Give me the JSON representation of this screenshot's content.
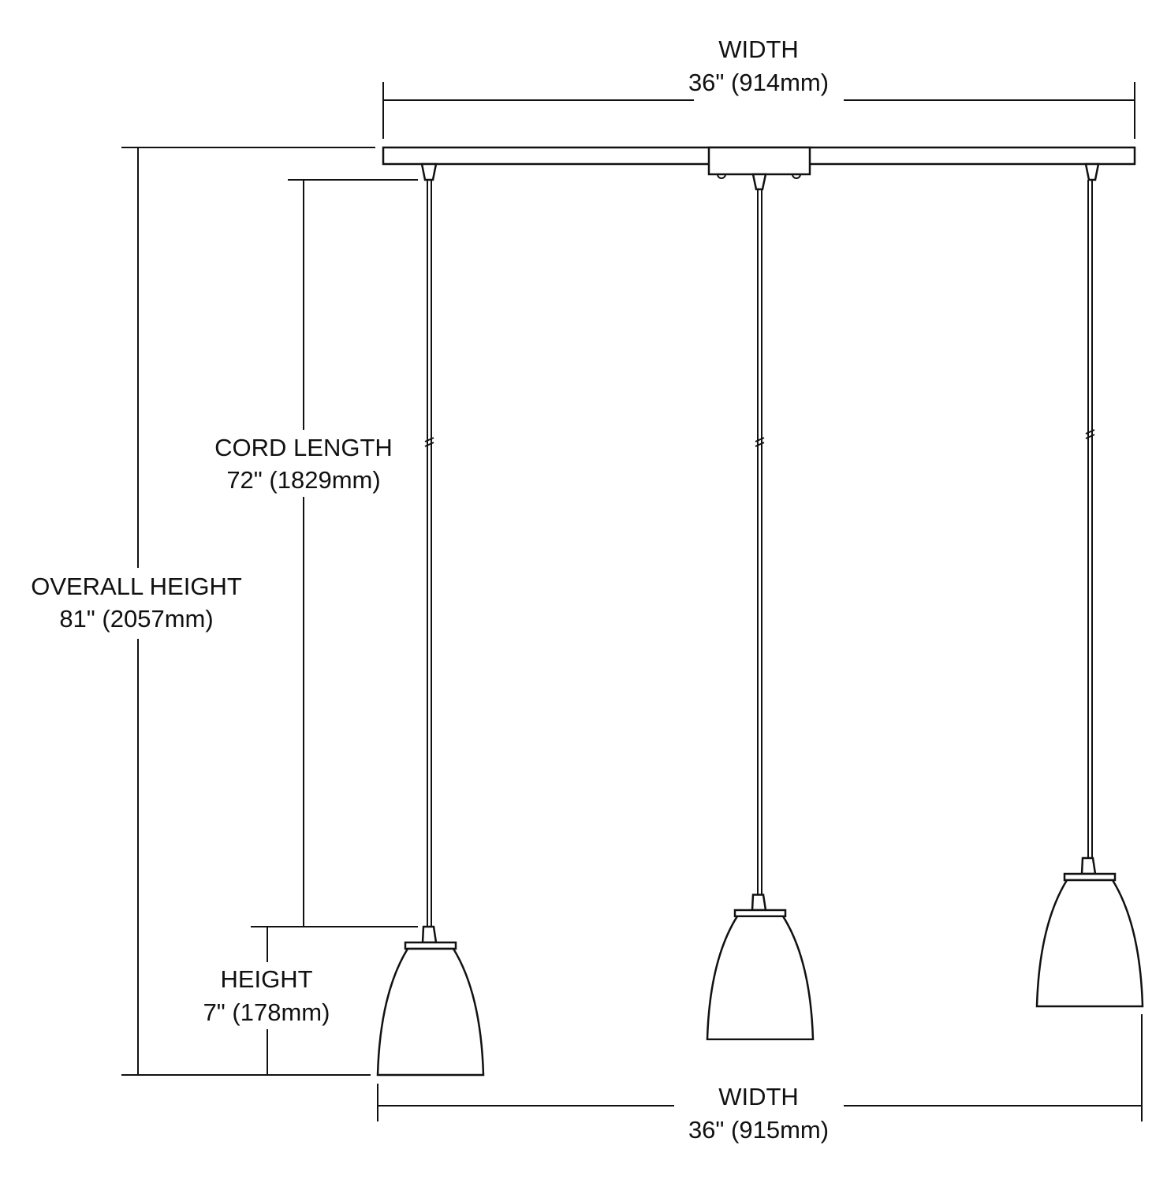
{
  "dimensions": {
    "top_width": {
      "label": "WIDTH",
      "value": "36\" (914mm)"
    },
    "bottom_width": {
      "label": "WIDTH",
      "value": "36\" (915mm)"
    },
    "overall_height": {
      "label": "OVERALL HEIGHT",
      "value": "81\" (2057mm)"
    },
    "cord_length": {
      "label": "CORD LENGTH",
      "value": "72\" (1829mm)"
    },
    "shade_height": {
      "label": "HEIGHT",
      "value": "7\" (178mm)"
    }
  }
}
